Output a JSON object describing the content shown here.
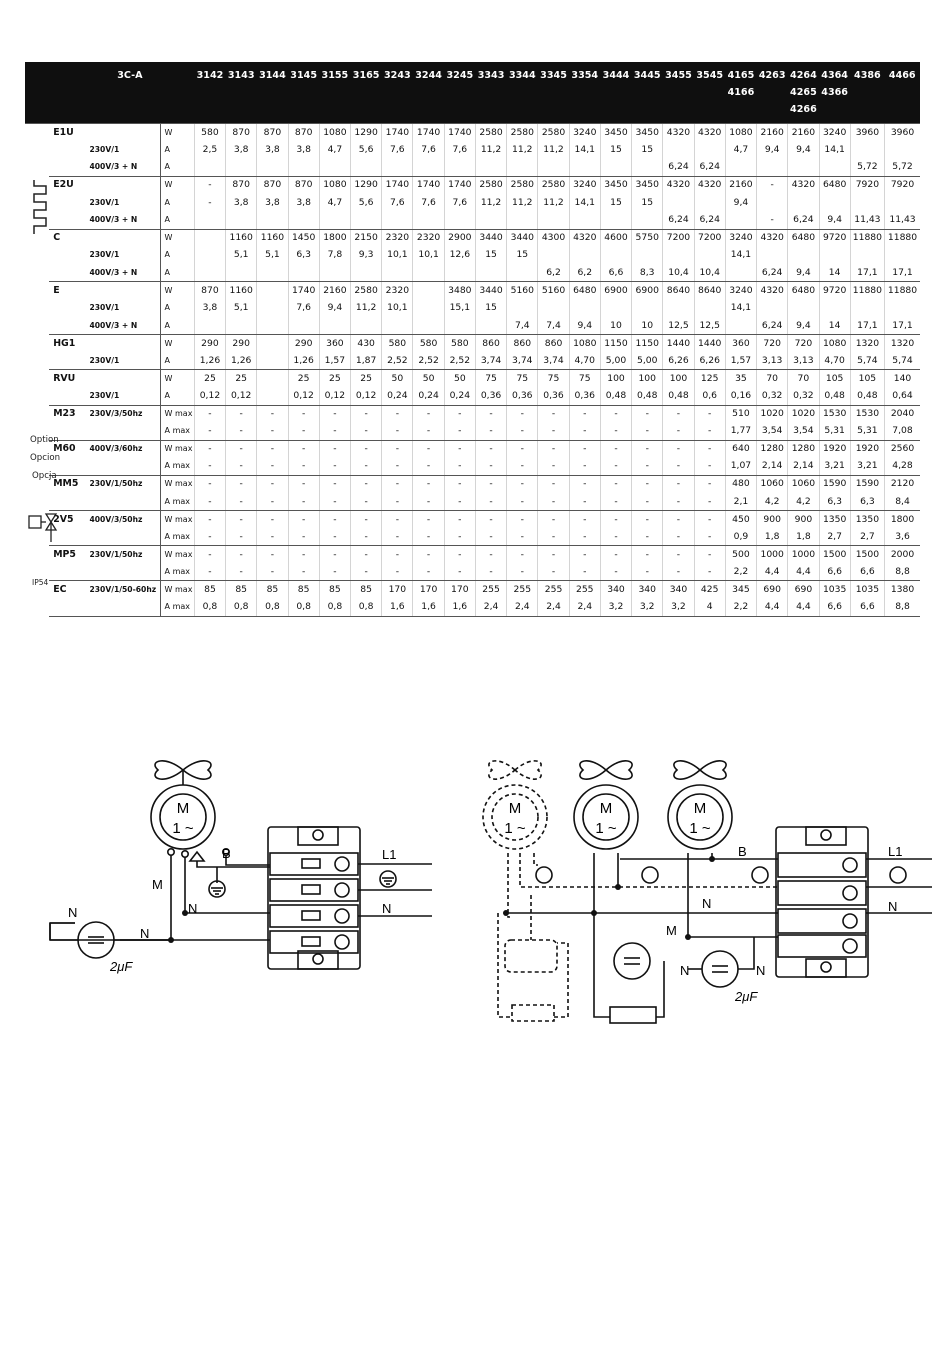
{
  "table": {
    "model_label": "3C-A",
    "columns": [
      "3142",
      "3143",
      "3144",
      "3145",
      "3155",
      "3165",
      "3243",
      "3244",
      "3245",
      "3343",
      "3344",
      "3345",
      "3354",
      "3444",
      "3445",
      "3455",
      "3545",
      "4165\n4166",
      "4263",
      "4264\n4265\n4266",
      "4364\n4366",
      "4386",
      "4466"
    ],
    "side_labels": [
      "Option",
      "Opcion",
      "Opcja",
      "IP54"
    ],
    "rows": [
      {
        "code": "E1U",
        "volt": "",
        "unit": "W",
        "vals": [
          "580",
          "870",
          "870",
          "870",
          "1080",
          "1290",
          "1740",
          "1740",
          "1740",
          "2580",
          "2580",
          "2580",
          "3240",
          "3450",
          "3450",
          "4320",
          "4320",
          "1080",
          "2160",
          "2160",
          "3240",
          "3960",
          "3960"
        ]
      },
      {
        "code": "",
        "volt": "230V/1",
        "unit": "A",
        "vals": [
          "2,5",
          "3,8",
          "3,8",
          "3,8",
          "4,7",
          "5,6",
          "7,6",
          "7,6",
          "7,6",
          "11,2",
          "11,2",
          "11,2",
          "14,1",
          "15",
          "15",
          "",
          "",
          "4,7",
          "9,4",
          "9,4",
          "14,1",
          "",
          ""
        ]
      },
      {
        "code": "",
        "volt": "400V/3 + N",
        "unit": "A",
        "vals": [
          "",
          "",
          "",
          "",
          "",
          "",
          "",
          "",
          "",
          "",
          "",
          "",
          "",
          "",
          "",
          "6,24",
          "6,24",
          "",
          "",
          "",
          "",
          "5,72",
          "5,72"
        ],
        "end": true
      },
      {
        "code": "E2U",
        "volt": "",
        "unit": "W",
        "vals": [
          "-",
          "870",
          "870",
          "870",
          "1080",
          "1290",
          "1740",
          "1740",
          "1740",
          "2580",
          "2580",
          "2580",
          "3240",
          "3450",
          "3450",
          "4320",
          "4320",
          "2160",
          "-",
          "4320",
          "6480",
          "7920",
          "7920"
        ]
      },
      {
        "code": "",
        "volt": "230V/1",
        "unit": "A",
        "vals": [
          "-",
          "3,8",
          "3,8",
          "3,8",
          "4,7",
          "5,6",
          "7,6",
          "7,6",
          "7,6",
          "11,2",
          "11,2",
          "11,2",
          "14,1",
          "15",
          "15",
          "",
          "",
          "9,4",
          "",
          "",
          "",
          "",
          ""
        ]
      },
      {
        "code": "",
        "volt": "400V/3 + N",
        "unit": "A",
        "vals": [
          "",
          "",
          "",
          "",
          "",
          "",
          "",
          "",
          "",
          "",
          "",
          "",
          "",
          "",
          "",
          "6,24",
          "6,24",
          "",
          "-",
          "6,24",
          "9,4",
          "11,43",
          "11,43"
        ],
        "end": true
      },
      {
        "code": "C",
        "volt": "",
        "unit": "W",
        "vals": [
          "",
          "1160",
          "1160",
          "1450",
          "1800",
          "2150",
          "2320",
          "2320",
          "2900",
          "3440",
          "3440",
          "4300",
          "4320",
          "4600",
          "5750",
          "7200",
          "7200",
          "3240",
          "4320",
          "6480",
          "9720",
          "11880",
          "11880"
        ]
      },
      {
        "code": "",
        "volt": "230V/1",
        "unit": "A",
        "vals": [
          "",
          "5,1",
          "5,1",
          "6,3",
          "7,8",
          "9,3",
          "10,1",
          "10,1",
          "12,6",
          "15",
          "15",
          "",
          "",
          "",
          "",
          "",
          "",
          "14,1",
          "",
          "",
          "",
          "",
          ""
        ]
      },
      {
        "code": "",
        "volt": "400V/3 + N",
        "unit": "A",
        "vals": [
          "",
          "",
          "",
          "",
          "",
          "",
          "",
          "",
          "",
          "",
          "",
          "6,2",
          "6,2",
          "6,6",
          "8,3",
          "10,4",
          "10,4",
          "",
          "6,24",
          "9,4",
          "14",
          "17,1",
          "17,1"
        ],
        "end": true
      },
      {
        "code": "E",
        "volt": "",
        "unit": "W",
        "vals": [
          "870",
          "1160",
          "",
          "1740",
          "2160",
          "2580",
          "2320",
          "",
          "3480",
          "3440",
          "5160",
          "5160",
          "6480",
          "6900",
          "6900",
          "8640",
          "8640",
          "3240",
          "4320",
          "6480",
          "9720",
          "11880",
          "11880"
        ]
      },
      {
        "code": "",
        "volt": "230V/1",
        "unit": "A",
        "vals": [
          "3,8",
          "5,1",
          "",
          "7,6",
          "9,4",
          "11,2",
          "10,1",
          "",
          "15,1",
          "15",
          "",
          "",
          "",
          "",
          "",
          "",
          "",
          "14,1",
          "",
          "",
          "",
          "",
          ""
        ]
      },
      {
        "code": "",
        "volt": "400V/3 + N",
        "unit": "A",
        "vals": [
          "",
          "",
          "",
          "",
          "",
          "",
          "",
          "",
          "",
          "",
          "7,4",
          "7,4",
          "9,4",
          "10",
          "10",
          "12,5",
          "12,5",
          "",
          "6,24",
          "9,4",
          "14",
          "17,1",
          "17,1"
        ],
        "end": true
      },
      {
        "code": "HG1",
        "volt": "",
        "unit": "W",
        "vals": [
          "290",
          "290",
          "",
          "290",
          "360",
          "430",
          "580",
          "580",
          "580",
          "860",
          "860",
          "860",
          "1080",
          "1150",
          "1150",
          "1440",
          "1440",
          "360",
          "720",
          "720",
          "1080",
          "1320",
          "1320"
        ]
      },
      {
        "code": "",
        "volt": "230V/1",
        "unit": "A",
        "vals": [
          "1,26",
          "1,26",
          "",
          "1,26",
          "1,57",
          "1,87",
          "2,52",
          "2,52",
          "2,52",
          "3,74",
          "3,74",
          "3,74",
          "4,70",
          "5,00",
          "5,00",
          "6,26",
          "6,26",
          "1,57",
          "3,13",
          "3,13",
          "4,70",
          "5,74",
          "5,74"
        ],
        "end": true
      },
      {
        "code": "RVU",
        "volt": "",
        "unit": "W",
        "vals": [
          "25",
          "25",
          "",
          "25",
          "25",
          "25",
          "50",
          "50",
          "50",
          "75",
          "75",
          "75",
          "75",
          "100",
          "100",
          "100",
          "125",
          "35",
          "70",
          "70",
          "105",
          "105",
          "140"
        ]
      },
      {
        "code": "",
        "volt": "230V/1",
        "unit": "A",
        "vals": [
          "0,12",
          "0,12",
          "",
          "0,12",
          "0,12",
          "0,12",
          "0,24",
          "0,24",
          "0,24",
          "0,36",
          "0,36",
          "0,36",
          "0,36",
          "0,48",
          "0,48",
          "0,48",
          "0,6",
          "0,16",
          "0,32",
          "0,32",
          "0,48",
          "0,48",
          "0,64"
        ],
        "end": true
      },
      {
        "code": "M23",
        "volt": "230V/3/50hz",
        "unit": "W max",
        "vals": [
          "-",
          "-",
          "-",
          "-",
          "-",
          "-",
          "-",
          "-",
          "-",
          "-",
          "-",
          "-",
          "-",
          "-",
          "-",
          "-",
          "-",
          "510",
          "1020",
          "1020",
          "1530",
          "1530",
          "2040"
        ]
      },
      {
        "code": "",
        "volt": "",
        "unit": "A max",
        "vals": [
          "-",
          "-",
          "-",
          "-",
          "-",
          "-",
          "-",
          "-",
          "-",
          "-",
          "-",
          "-",
          "-",
          "-",
          "-",
          "-",
          "-",
          "1,77",
          "3,54",
          "3,54",
          "5,31",
          "5,31",
          "7,08"
        ],
        "end": true
      },
      {
        "code": "M60",
        "volt": "400V/3/60hz",
        "unit": "W max",
        "vals": [
          "-",
          "-",
          "-",
          "-",
          "-",
          "-",
          "-",
          "-",
          "-",
          "-",
          "-",
          "-",
          "-",
          "-",
          "-",
          "-",
          "-",
          "640",
          "1280",
          "1280",
          "1920",
          "1920",
          "2560"
        ]
      },
      {
        "code": "",
        "volt": "",
        "unit": "A max",
        "vals": [
          "-",
          "-",
          "-",
          "-",
          "-",
          "-",
          "-",
          "-",
          "-",
          "-",
          "-",
          "-",
          "-",
          "-",
          "-",
          "-",
          "-",
          "1,07",
          "2,14",
          "2,14",
          "3,21",
          "3,21",
          "4,28"
        ],
        "end": true
      },
      {
        "code": "MM5",
        "volt": "230V/1/50hz",
        "unit": "W max",
        "vals": [
          "-",
          "-",
          "-",
          "-",
          "-",
          "-",
          "-",
          "-",
          "-",
          "-",
          "-",
          "-",
          "-",
          "-",
          "-",
          "-",
          "-",
          "480",
          "1060",
          "1060",
          "1590",
          "1590",
          "2120"
        ]
      },
      {
        "code": "",
        "volt": "",
        "unit": "A max",
        "vals": [
          "-",
          "-",
          "-",
          "-",
          "-",
          "-",
          "-",
          "-",
          "-",
          "-",
          "-",
          "-",
          "-",
          "-",
          "-",
          "-",
          "-",
          "2,1",
          "4,2",
          "4,2",
          "6,3",
          "6,3",
          "8,4"
        ],
        "end": true
      },
      {
        "code": "2V5",
        "volt": "400V/3/50hz",
        "unit": "W max",
        "vals": [
          "-",
          "-",
          "-",
          "-",
          "-",
          "-",
          "-",
          "-",
          "-",
          "-",
          "-",
          "-",
          "-",
          "-",
          "-",
          "-",
          "-",
          "450",
          "900",
          "900",
          "1350",
          "1350",
          "1800"
        ]
      },
      {
        "code": "",
        "volt": "",
        "unit": "A max",
        "vals": [
          "-",
          "-",
          "-",
          "-",
          "-",
          "-",
          "-",
          "-",
          "-",
          "-",
          "-",
          "-",
          "-",
          "-",
          "-",
          "-",
          "-",
          "0,9",
          "1,8",
          "1,8",
          "2,7",
          "2,7",
          "3,6"
        ],
        "end": true
      },
      {
        "code": "MP5",
        "volt": "230V/1/50hz",
        "unit": "W max",
        "vals": [
          "-",
          "-",
          "-",
          "-",
          "-",
          "-",
          "-",
          "-",
          "-",
          "-",
          "-",
          "-",
          "-",
          "-",
          "-",
          "-",
          "-",
          "500",
          "1000",
          "1000",
          "1500",
          "1500",
          "2000"
        ]
      },
      {
        "code": "",
        "volt": "",
        "unit": "A max",
        "vals": [
          "-",
          "-",
          "-",
          "-",
          "-",
          "-",
          "-",
          "-",
          "-",
          "-",
          "-",
          "-",
          "-",
          "-",
          "-",
          "-",
          "-",
          "2,2",
          "4,4",
          "4,4",
          "6,6",
          "6,6",
          "8,8"
        ],
        "end": true
      },
      {
        "code": "EC",
        "volt": "230V/1/50-60hz",
        "unit": "W max",
        "vals": [
          "85",
          "85",
          "85",
          "85",
          "85",
          "85",
          "170",
          "170",
          "170",
          "255",
          "255",
          "255",
          "255",
          "340",
          "340",
          "340",
          "425",
          "345",
          "690",
          "690",
          "1035",
          "1035",
          "1380"
        ]
      },
      {
        "code": "",
        "volt": "",
        "unit": "A max",
        "vals": [
          "0,8",
          "0,8",
          "0,8",
          "0,8",
          "0,8",
          "0,8",
          "1,6",
          "1,6",
          "1,6",
          "2,4",
          "2,4",
          "2,4",
          "2,4",
          "3,2",
          "3,2",
          "3,2",
          "4",
          "2,2",
          "4,4",
          "4,4",
          "6,6",
          "6,6",
          "8,8"
        ],
        "end": true
      }
    ]
  },
  "diagram_left": {
    "motor_m": "M",
    "motor_phase": "1 ~",
    "label_b": "B",
    "label_m": "M",
    "label_n1": "N",
    "label_n2": "N",
    "label_n3": "N",
    "label_n4": "N",
    "label_l1": "L1",
    "capacitor": "2μF"
  },
  "diagram_right": {
    "motor_m": "M",
    "motor_phase": "1 ~",
    "label_b": "B",
    "label_m": "M",
    "label_n1": "N",
    "label_n2": "N",
    "label_n3": "N",
    "label_n4": "N",
    "label_l1": "L1",
    "capacitor": "2μF"
  }
}
